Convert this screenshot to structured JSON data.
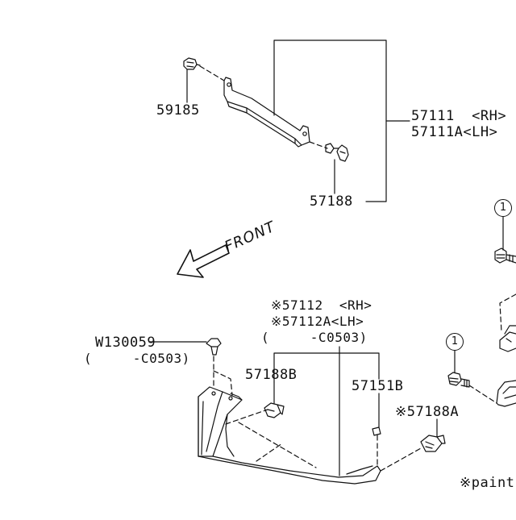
{
  "parts": {
    "p59185": "59185",
    "p57111_rh": "57111  <RH>",
    "p57111a_lh": "57111A<LH>",
    "p57188": "57188",
    "front": "FRONT",
    "p57112_rh": "※57112  <RH>",
    "p57112a_lh": "※57112A<LH>",
    "p57112_range": "(     -C0503)",
    "w130059": "W130059",
    "w130059_range": "(     -C0503)",
    "p57188b": "57188B",
    "p57151b": "57151B",
    "p57188a": "※57188A",
    "ref1_upper": "1",
    "ref1_lower": "1",
    "note": "※paint"
  }
}
